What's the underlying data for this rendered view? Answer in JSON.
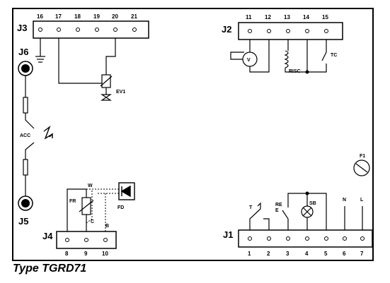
{
  "connectors": {
    "j3": {
      "label": "J3",
      "pins": [
        "16",
        "17",
        "18",
        "19",
        "20",
        "21"
      ]
    },
    "j2": {
      "label": "J2",
      "pins": [
        "11",
        "12",
        "13",
        "14",
        "15"
      ]
    },
    "j1": {
      "label": "J1",
      "pins": [
        "1",
        "2",
        "3",
        "4",
        "5",
        "6",
        "7"
      ]
    },
    "j4": {
      "label": "J4",
      "pins": [
        "8",
        "9",
        "10"
      ]
    },
    "j5": {
      "label": "J5"
    },
    "j6": {
      "label": "J6"
    }
  },
  "components": {
    "ev1": "EV1",
    "v": "V",
    "risc": "RISC",
    "tc": "TC",
    "acc": "ACC",
    "f1": "F1",
    "n": "N",
    "l": "L",
    "sb": "SB",
    "re": "RE",
    "re_sub": "E",
    "t": "T",
    "fr": "FR",
    "fd": "FD",
    "w": "W",
    "c": "C",
    "b": "B"
  },
  "caption": "Type TGRD71"
}
